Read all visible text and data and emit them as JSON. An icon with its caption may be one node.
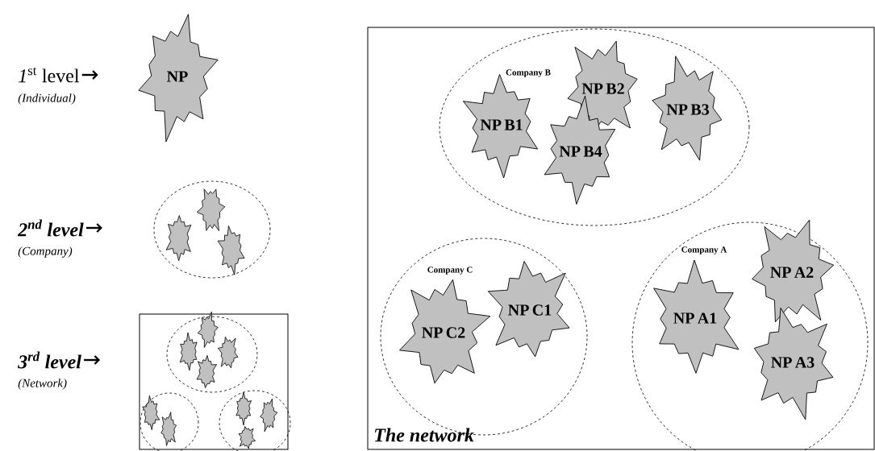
{
  "diagram": {
    "nodes": [
      {
        "text": [
          "NP"
        ]
      },
      {
        "text": [],
        "shape": "ellipse"
      },
      {
        "text": [],
        "shape": "star",
        "in": 1
      },
      {
        "text": [],
        "shape": "star",
        "in": 1
      },
      {
        "text": [],
        "shape": "star",
        "in": 1
      },
      {
        "text": [],
        "shape": "box"
      },
      {
        "text": [],
        "shape": "ellipse",
        "in": 5
      },
      {
        "text": [],
        "shape": "star",
        "in": 6
      },
      {
        "text": [],
        "shape": "star",
        "in": 6
      },
      {
        "text": [],
        "shape": "star",
        "in": 6
      },
      {
        "text": [],
        "shape": "star",
        "in": 6
      },
      {
        "text": [],
        "shape": "ellipse",
        "in": 5
      },
      {
        "text": [],
        "shape": "star",
        "in": 11
      },
      {
        "text": [],
        "shape": "star",
        "in": 11
      },
      {
        "text": [],
        "shape": "ellipse",
        "in": 5
      },
      {
        "text": [],
        "shape": "star",
        "in": 14
      },
      {
        "text": [],
        "shape": "star",
        "in": 14
      },
      {
        "text": [],
        "shape": "star",
        "in": 14
      },
      {
        "text": [
          "The network"
        ]
      },
      {
        "text": [
          "Company B"
        ],
        "in": 18
      },
      {
        "text": [
          "NP B1"
        ],
        "in": 19
      },
      {
        "text": [
          "NP B2"
        ],
        "in": 19
      },
      {
        "text": [
          "NP B3"
        ],
        "in": 19
      },
      {
        "text": [
          "NP B4"
        ],
        "in": 19
      },
      {
        "text": [
          "Company C"
        ],
        "in": 18
      },
      {
        "text": [
          "NP C1"
        ],
        "in": 24
      },
      {
        "text": [
          "NP C2"
        ],
        "in": 24
      },
      {
        "text": [
          "Company A"
        ],
        "in": 18
      },
      {
        "text": [
          "NP A1"
        ],
        "in": 27
      },
      {
        "text": [
          "NP A2"
        ],
        "in": 27
      },
      {
        "text": [
          "NP A3"
        ],
        "in": 27
      }
    ],
    "labels": [
      "*1*$^{st}$ level",
      "(Individual)",
      "2$^{nd}$ level",
      "(Company)",
      "3$^{rd}$ level",
      "(Network)"
    ]
  }
}
